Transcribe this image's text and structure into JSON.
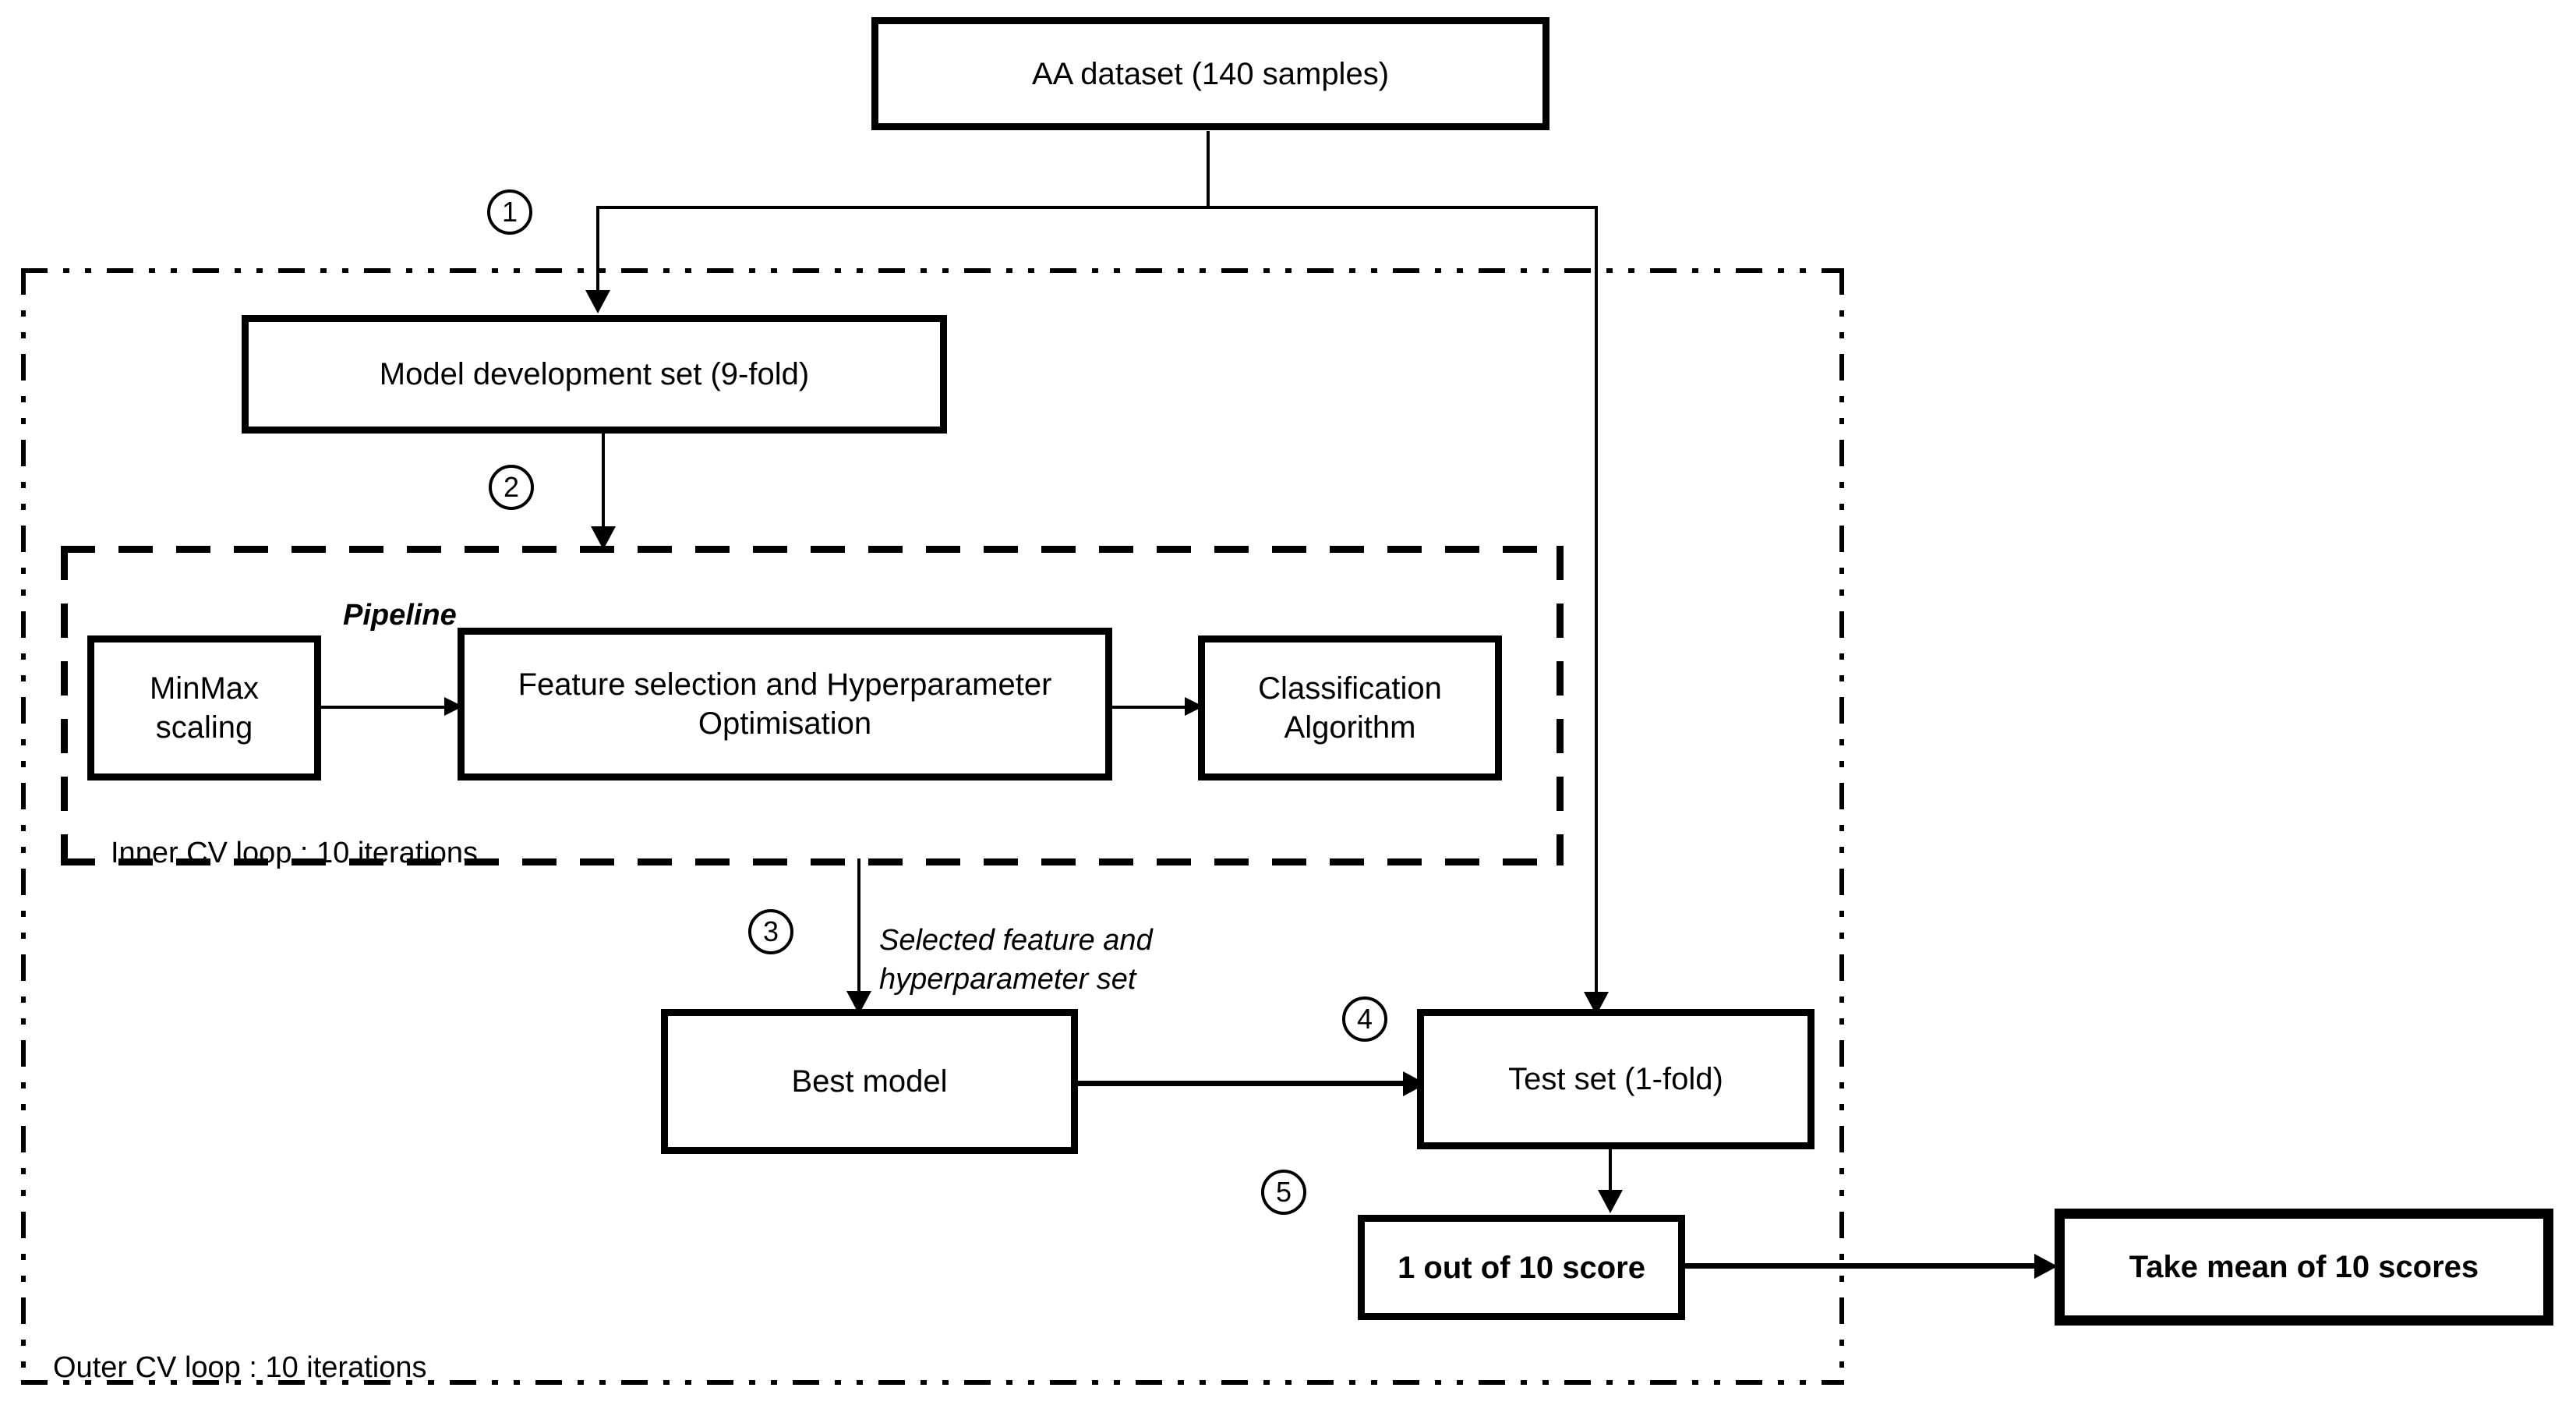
{
  "diagram": {
    "title_box": {
      "label": "AA dataset (140 samples)"
    },
    "boxes": [
      {
        "id": "dataset",
        "label": "AA dataset (140 samples)"
      },
      {
        "id": "dev_set",
        "label": "Model development set (9-fold)"
      },
      {
        "id": "minmax",
        "label": "MinMax\nscaling"
      },
      {
        "id": "feature_sel",
        "label": "Feature selection and\nHyperparameter Optimisation"
      },
      {
        "id": "classifier",
        "label": "Classification\nAlgorithm"
      },
      {
        "id": "best_model",
        "label": "Best model"
      },
      {
        "id": "test_set",
        "label": "Test set (1-fold)"
      },
      {
        "id": "one_score",
        "label": "1 out of 10 score"
      },
      {
        "id": "take_mean",
        "label": "Take mean of 10 scores"
      }
    ],
    "labels": {
      "pipeline": "Pipeline",
      "inner_loop": "Inner CV loop : 10 iterations",
      "outer_loop": "Outer CV loop : 10 iterations",
      "selected_feature": "Selected feature and\nhyperparameter set"
    },
    "steps": [
      {
        "id": "step1",
        "number": "1"
      },
      {
        "id": "step2",
        "number": "2"
      },
      {
        "id": "step3",
        "number": "3"
      },
      {
        "id": "step4",
        "number": "4"
      },
      {
        "id": "step5",
        "number": "5"
      }
    ],
    "colors": {
      "stroke": "#000000",
      "background": "#ffffff",
      "text": "#000000"
    }
  }
}
